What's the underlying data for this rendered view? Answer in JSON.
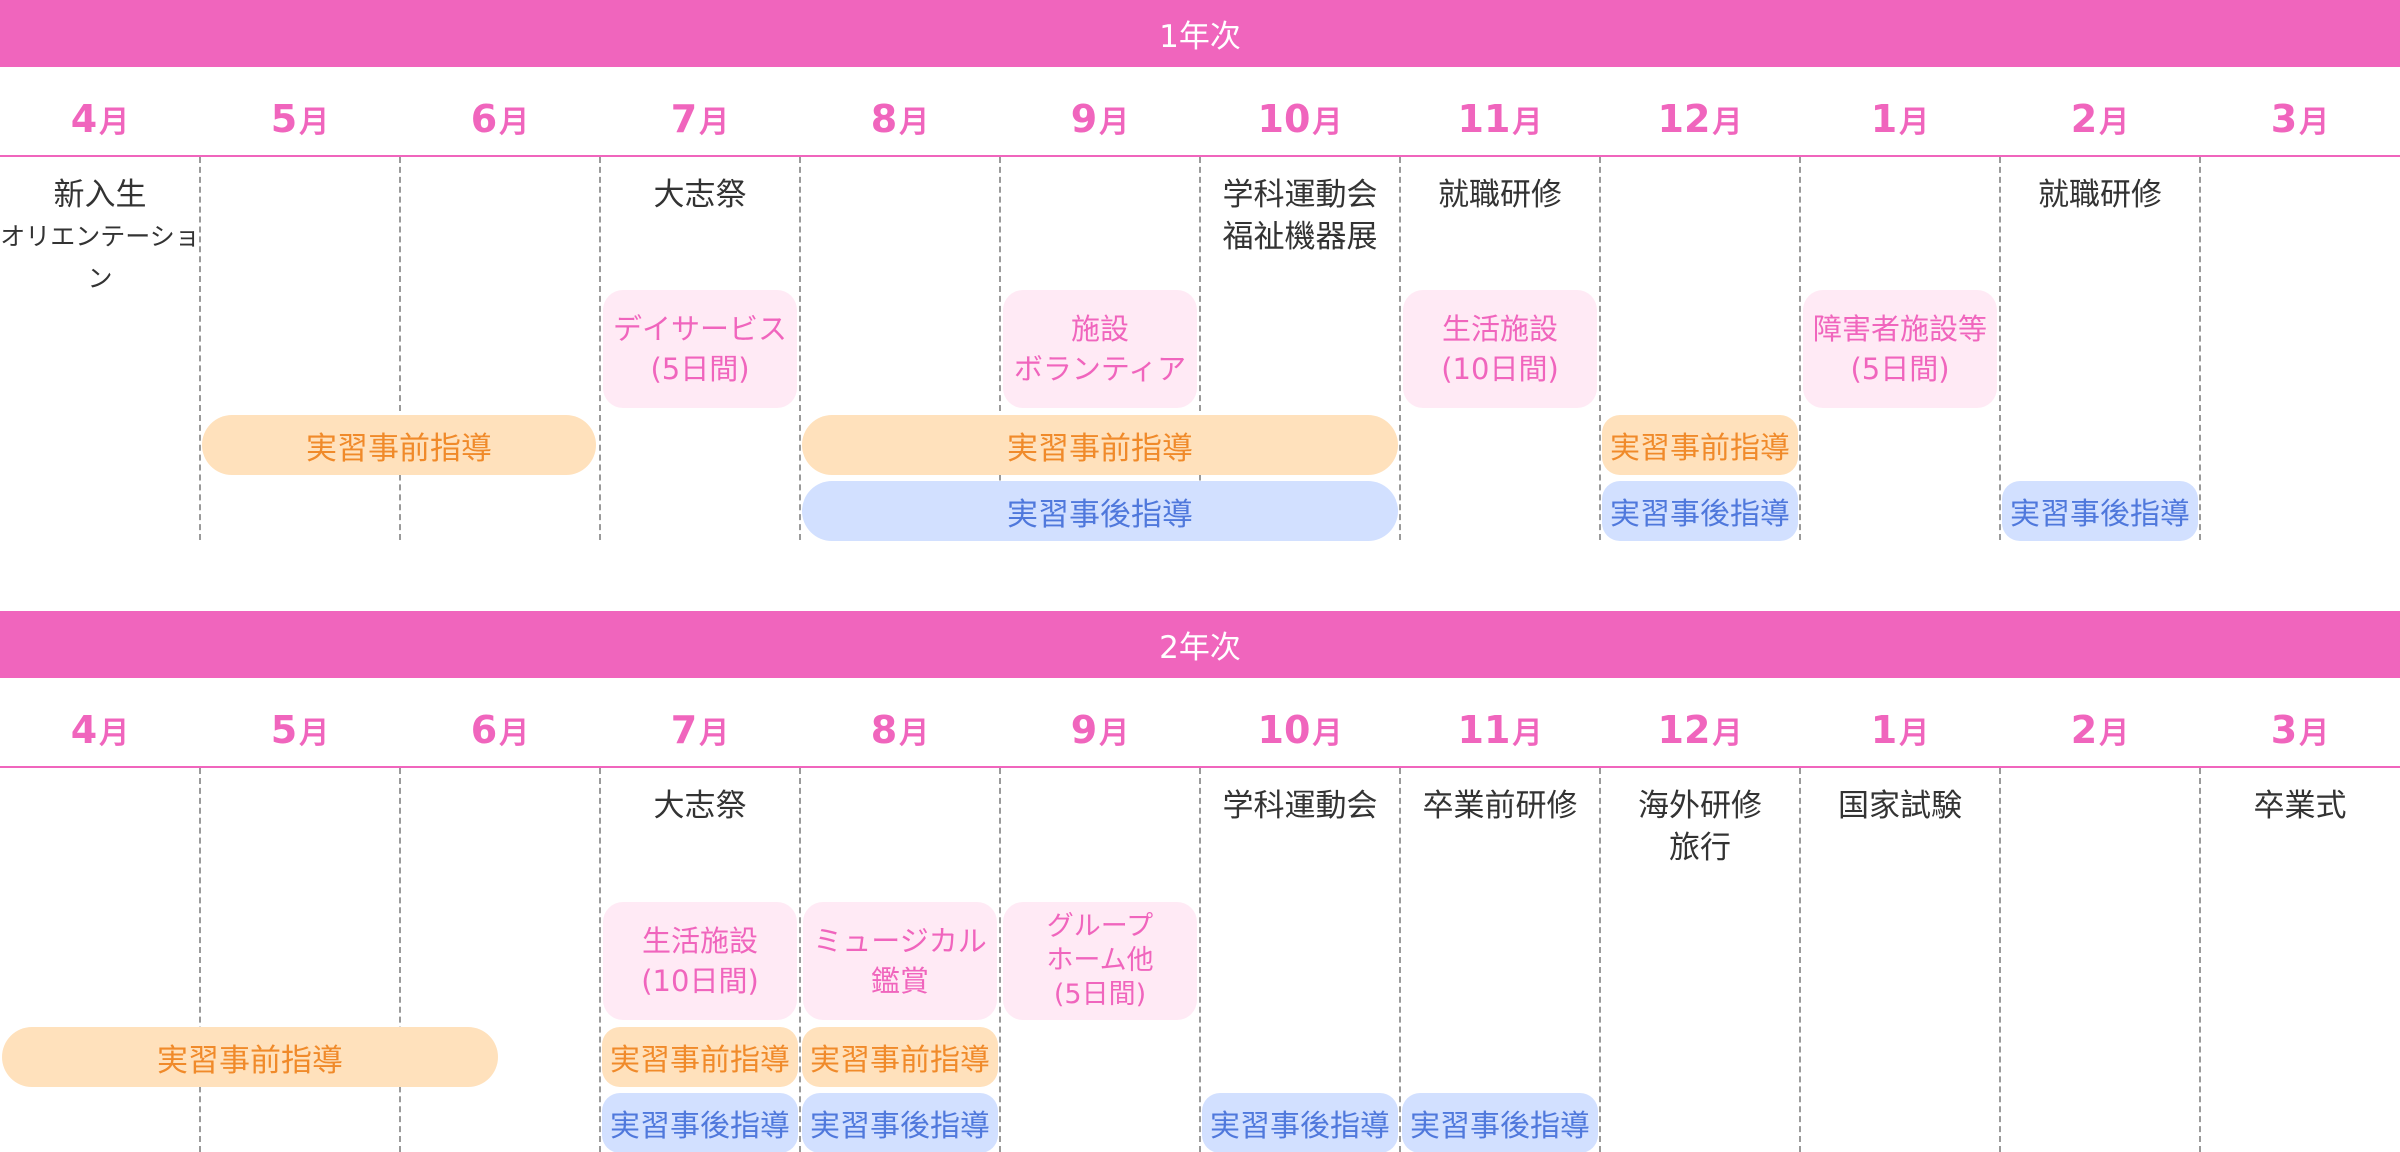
{
  "months": [
    {
      "num": "4",
      "suffix": "月"
    },
    {
      "num": "5",
      "suffix": "月"
    },
    {
      "num": "6",
      "suffix": "月"
    },
    {
      "num": "7",
      "suffix": "月"
    },
    {
      "num": "8",
      "suffix": "月"
    },
    {
      "num": "9",
      "suffix": "月"
    },
    {
      "num": "10",
      "suffix": "月"
    },
    {
      "num": "11",
      "suffix": "月"
    },
    {
      "num": "12",
      "suffix": "月"
    },
    {
      "num": "1",
      "suffix": "月"
    },
    {
      "num": "2",
      "suffix": "月"
    },
    {
      "num": "3",
      "suffix": "月"
    }
  ],
  "labels": {
    "pre_guidance": "実習事前指導",
    "post_guidance": "実習事後指導"
  },
  "colors": {
    "accent_pink": "#f065bd",
    "practice_bg": "#ffeaf5",
    "pre_bg": "#ffe1bc",
    "pre_text": "#f08a2a",
    "post_bg": "#d2e0ff",
    "post_text": "#4f78dc"
  },
  "year1": {
    "title": "1年次",
    "events": {
      "apr_line1": "新入生",
      "apr_line2": "オリエンテーション",
      "jul": "大志祭",
      "oct_line1": "学科運動会",
      "oct_line2": "福祉機器展",
      "nov": "就職研修",
      "feb": "就職研修"
    },
    "practice": {
      "jul_line1": "デイサービス",
      "jul_line2": "(5日間)",
      "sep_line1": "施設",
      "sep_line2": "ボランティア",
      "nov_line1": "生活施設",
      "nov_line2": "(10日間)",
      "jan_line1": "障害者施設等",
      "jan_line2": "(5日間)"
    }
  },
  "year2": {
    "title": "2年次",
    "events": {
      "jul": "大志祭",
      "oct": "学科運動会",
      "nov": "卒業前研修",
      "dec_line1": "海外研修",
      "dec_line2": "旅行",
      "jan": "国家試験",
      "mar": "卒業式"
    },
    "practice": {
      "jul_line1": "生活施設",
      "jul_line2": "(10日間)",
      "aug_line1": "ミュージカル",
      "aug_line2": "鑑賞",
      "sep_line1": "グループ",
      "sep_line2": "ホーム他",
      "sep_line3": "(5日間)"
    }
  }
}
